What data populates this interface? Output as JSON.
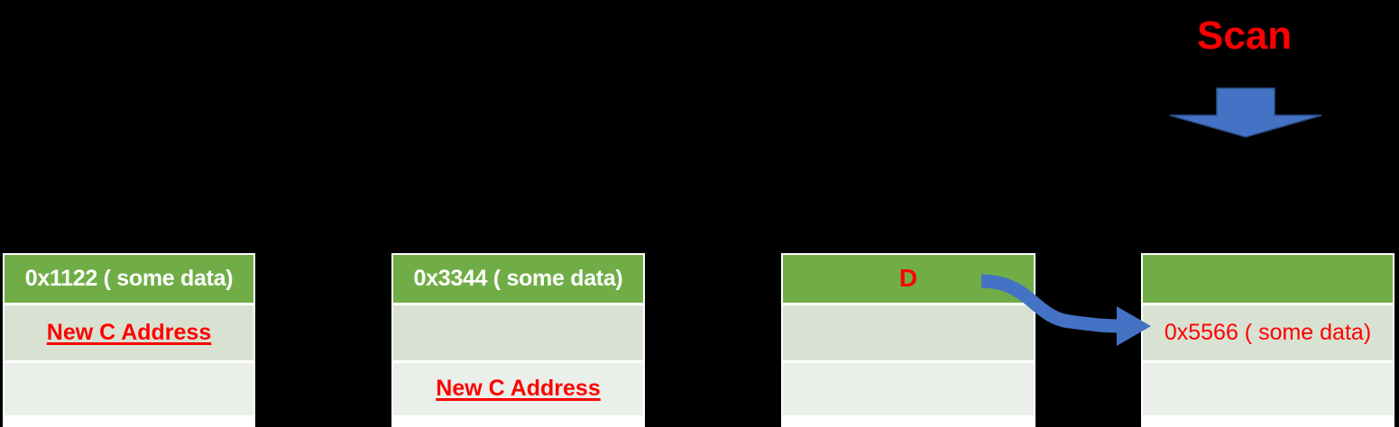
{
  "diagram": {
    "title_label": "Scan",
    "background_color": "#000000",
    "accent_green": "#70AD47",
    "row_mid_color": "#D9E2D2",
    "row_low_color": "#EAEFE9",
    "highlight_red": "#FF0000",
    "arrow_blue": "#4472C4"
  },
  "blocks": [
    {
      "name": "block-1",
      "rows": [
        {
          "style": "header",
          "text": "0x1122 ( some data)"
        },
        {
          "style": "mid",
          "text": "New C Address"
        },
        {
          "style": "low",
          "text": ""
        }
      ]
    },
    {
      "name": "block-2",
      "rows": [
        {
          "style": "header",
          "text": "0x3344 ( some data)"
        },
        {
          "style": "mid",
          "text": ""
        },
        {
          "style": "low",
          "text": "New C Address"
        }
      ]
    },
    {
      "name": "block-3",
      "rows": [
        {
          "style": "header",
          "text": "D"
        },
        {
          "style": "mid",
          "text": ""
        },
        {
          "style": "low",
          "text": ""
        }
      ]
    },
    {
      "name": "block-4",
      "rows": [
        {
          "style": "header",
          "text": ""
        },
        {
          "style": "mid",
          "text": "0x5566 ( some data)"
        },
        {
          "style": "low",
          "text": ""
        }
      ]
    }
  ],
  "arrows": [
    {
      "name": "scan-down-arrow",
      "direction": "down",
      "color": "#4472C4"
    },
    {
      "name": "curved-redirect-arrow",
      "direction": "right-curved",
      "color": "#4472C4"
    }
  ]
}
